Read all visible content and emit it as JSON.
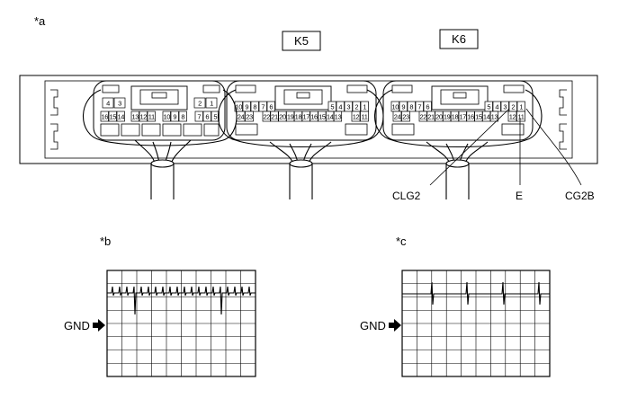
{
  "labels": {
    "fig_a": "*a",
    "fig_b": "*b",
    "fig_c": "*c",
    "connector_k5": "K5",
    "connector_k6": "K6",
    "terminal_clg2": "CLG2",
    "terminal_e": "E",
    "terminal_cg2b": "CG2B",
    "gnd_b": "GND",
    "gnd_c": "GND"
  },
  "left_connector": {
    "top_pins": [
      "4",
      "3"
    ],
    "top_right_pins": [
      "2",
      "1"
    ],
    "row2_pins": [
      "16",
      "15",
      "14",
      "13",
      "12",
      "11",
      "10",
      "9",
      "8",
      "7",
      "6",
      "5"
    ]
  },
  "k5_pins": {
    "row1_left": [
      "10",
      "9",
      "8",
      "7",
      "6"
    ],
    "row1_right": [
      "5",
      "4",
      "3",
      "2",
      "1"
    ],
    "row2_left": [
      "24",
      "23"
    ],
    "row2_mid": [
      "22",
      "21",
      "20",
      "19",
      "18",
      "17",
      "16",
      "15",
      "14",
      "13"
    ],
    "row2_right": [
      "12",
      "11"
    ]
  },
  "k6_pins": {
    "row1_left": [
      "10",
      "9",
      "8",
      "7",
      "6"
    ],
    "row1_right": [
      "5",
      "4",
      "3",
      "2",
      "1"
    ],
    "row2_left": [
      "24",
      "23"
    ],
    "row2_mid": [
      "22",
      "21",
      "20",
      "19",
      "18",
      "17",
      "16",
      "15",
      "14",
      "13"
    ],
    "row2_right": [
      "12",
      "11"
    ]
  }
}
